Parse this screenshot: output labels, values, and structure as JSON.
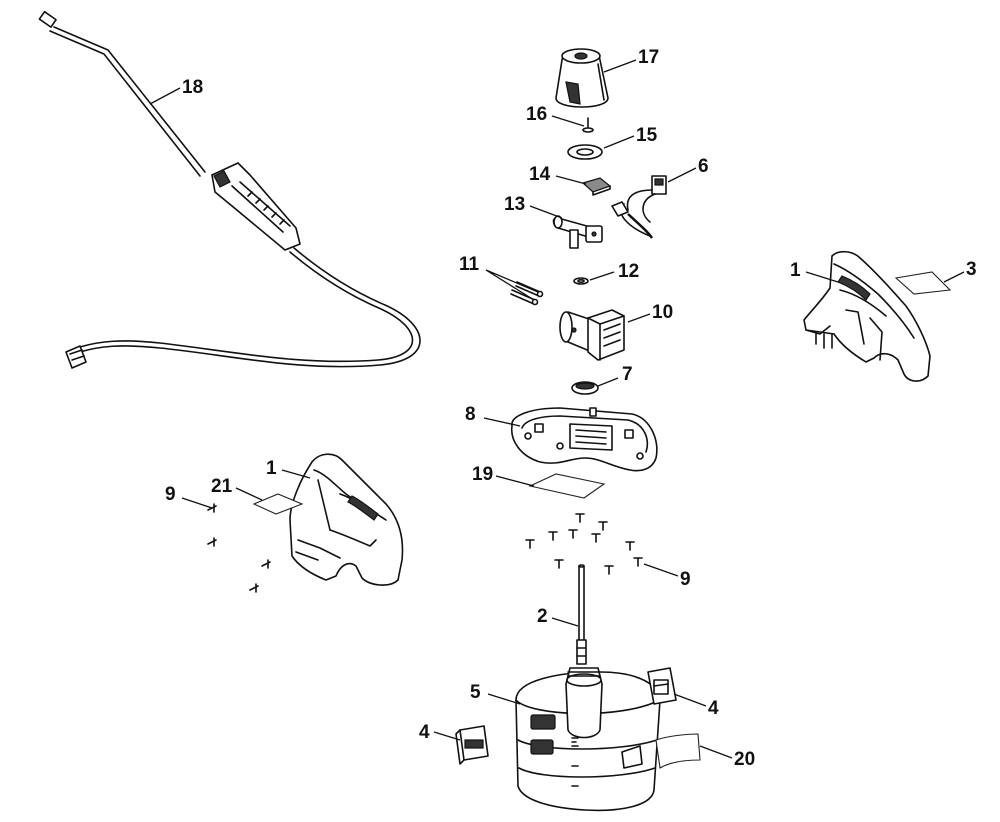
{
  "diagram": {
    "type": "exploded-parts-diagram",
    "callouts": [
      {
        "id": "c18",
        "text": "18"
      },
      {
        "id": "c17",
        "text": "17"
      },
      {
        "id": "c16",
        "text": "16"
      },
      {
        "id": "c15",
        "text": "15"
      },
      {
        "id": "c14",
        "text": "14"
      },
      {
        "id": "c6",
        "text": "6"
      },
      {
        "id": "c13",
        "text": "13"
      },
      {
        "id": "c11",
        "text": "11"
      },
      {
        "id": "c12",
        "text": "12"
      },
      {
        "id": "c1a",
        "text": "1"
      },
      {
        "id": "c3",
        "text": "3"
      },
      {
        "id": "c10",
        "text": "10"
      },
      {
        "id": "c7",
        "text": "7"
      },
      {
        "id": "c8",
        "text": "8"
      },
      {
        "id": "c19",
        "text": "19"
      },
      {
        "id": "c1b",
        "text": "1"
      },
      {
        "id": "c21",
        "text": "21"
      },
      {
        "id": "c9a",
        "text": "9"
      },
      {
        "id": "c9b",
        "text": "9"
      },
      {
        "id": "c2",
        "text": "2"
      },
      {
        "id": "c5",
        "text": "5"
      },
      {
        "id": "c4a",
        "text": "4"
      },
      {
        "id": "c4b",
        "text": "4"
      },
      {
        "id": "c20",
        "text": "20"
      }
    ]
  }
}
